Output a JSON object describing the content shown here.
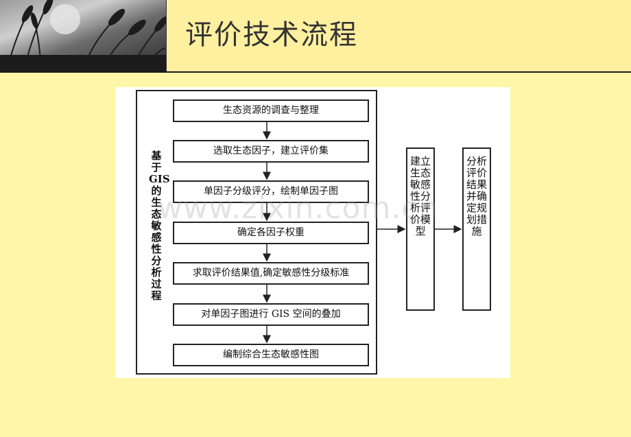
{
  "slide": {
    "title": "评价技术流程"
  },
  "diagram": {
    "side_label": "基于GIS的生态敏感性分析过程",
    "steps": [
      "生态资源的调查与整理",
      "选取生态因子，建立评价集",
      "单因子分级评分，绘制单因子图",
      "确定各因子权重",
      "求取评价结果值,确定敏感性分级标准",
      "对单因子图进行 GIS 空间的叠加",
      "编制综合生态敏感性图"
    ],
    "model_box": "建立生态敏感性分析评价模型",
    "result_box": "分析评价结果并确定规划措施"
  },
  "watermark": "www.zixin.com.cn"
}
